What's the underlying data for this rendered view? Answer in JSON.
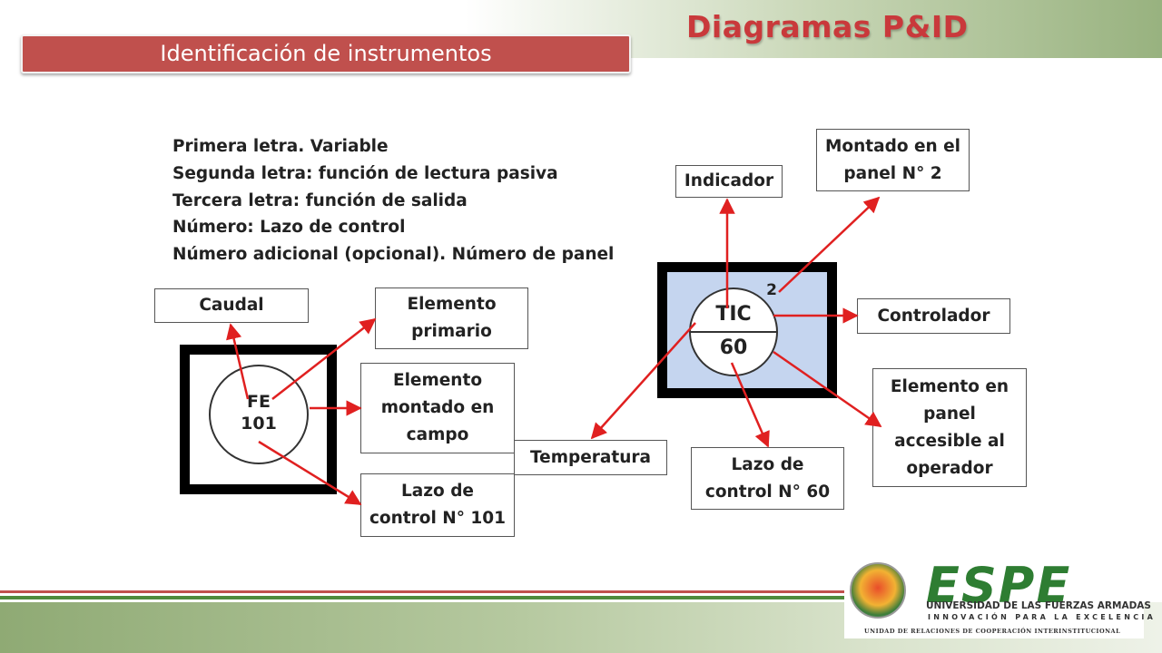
{
  "slide": {
    "title": "Diagramas P&ID",
    "subtitle": "Identificación de instrumentos"
  },
  "legend": [
    "Primera letra. Variable",
    "Segunda letra: función de lectura pasiva",
    "Tercera letra: función de salida",
    "Número: Lazo de control",
    "Número adicional (opcional). Número de panel"
  ],
  "left_instrument": {
    "tag_letters": "FE",
    "tag_number": "101",
    "labels": {
      "variable": "Caudal",
      "function": "Elemento\nprimario",
      "mounting": "Elemento\nmontado en\ncampo",
      "loop": "Lazo de\ncontrol N° 101"
    }
  },
  "right_instrument": {
    "tag_letters": "TIC",
    "tag_number": "60",
    "panel_number": "2",
    "labels": {
      "indicator": "Indicador",
      "panel": "Montado en el\npanel N° 2",
      "controller": "Controlador",
      "mounting": "Elemento en\npanel\naccesible al\noperador",
      "loop": "Lazo de\ncontrol N° 60",
      "variable": "Temperatura"
    }
  },
  "footer": {
    "logo_text": "ESPE",
    "logo_line1": "UNIVERSIDAD DE LAS FUERZAS ARMADAS",
    "logo_line2": "INNOVACIÓN PARA LA EXCELENCIA",
    "logo_line3": "UNIDAD DE RELACIONES DE COOPERACIÓN INTERINSTITUCIONAL"
  },
  "colors": {
    "accent_red": "#c0504d",
    "title_red": "#c9393b",
    "arrow_red": "#e02020",
    "panel_fill": "#c5d5ef",
    "brand_green": "#2e7d32"
  }
}
